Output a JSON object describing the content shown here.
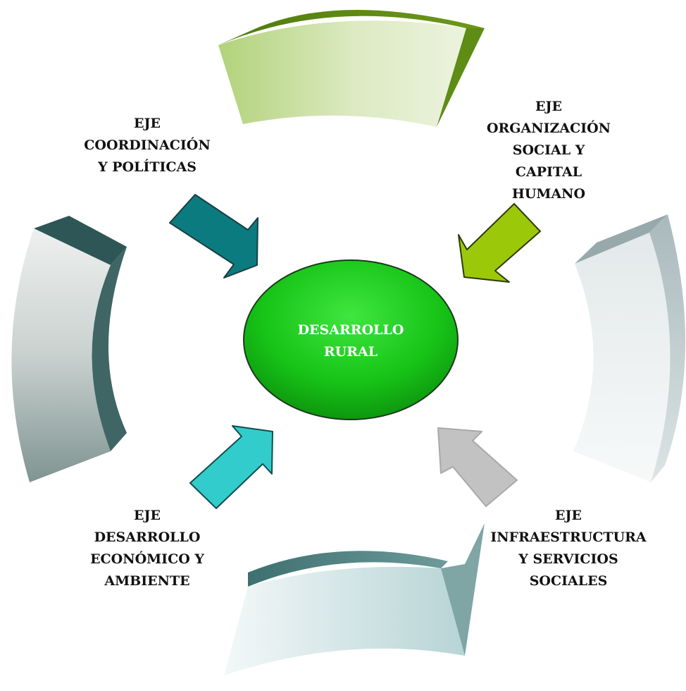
{
  "center": {
    "line1": "DESARROLLO",
    "line2": "RURAL",
    "color": "#1fcf1f"
  },
  "axes": [
    {
      "id": "coordinacion",
      "lines": [
        "EJE",
        "COORDINACIÓN",
        "Y POLÍTICAS"
      ],
      "arrow_color": "#0b7b80"
    },
    {
      "id": "organizacion",
      "lines": [
        "EJE",
        "ORGANIZACIÓN",
        "SOCIAL Y",
        "CAPITAL",
        "HUMANO"
      ],
      "arrow_color": "#9bc90a"
    },
    {
      "id": "desarrollo-economico",
      "lines": [
        "EJE",
        "DESARROLLO",
        "ECONÓMICO Y",
        "AMBIENTE"
      ],
      "arrow_color": "#33cccc"
    },
    {
      "id": "infraestructura",
      "lines": [
        "EJE",
        "INFRAESTRUCTURA",
        "Y SERVICIOS",
        "SOCIALES"
      ],
      "arrow_color": "#c2c2c2"
    }
  ]
}
